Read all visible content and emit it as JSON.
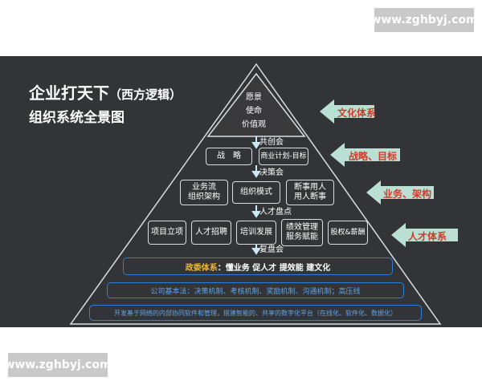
{
  "watermark": "www.zghbyj.com",
  "title": {
    "main": "企业打天下",
    "paren": "（西方逻辑）",
    "sub": "组织系统全景图"
  },
  "apex": [
    "愿景",
    "使命",
    "价值观"
  ],
  "stages": [
    "共创会",
    "决策会",
    "人才盘点",
    "复盘会"
  ],
  "row1": [
    "战　略",
    "商业计划-目标"
  ],
  "row2": [
    [
      "业务流",
      "组织架构"
    ],
    [
      "组织模式"
    ],
    [
      "断事用人",
      "用人断事"
    ]
  ],
  "row3": [
    "项目立项",
    "人才招聘",
    "培训发展",
    "绩效管理\n服务赋能",
    "股权&薪酬"
  ],
  "band1": {
    "head": "政委体系",
    "body": "：懂业务  促人才  提效能  建文化"
  },
  "band2": "公司基本法：决策机制、考核机制、奖励机制、沟通机制；高压线",
  "band3": "开发基于网络的内部协同软件和管理，搭建智能的、共享的数字化平台（在线化、软件化、数据化）",
  "side_labels": [
    "文化体系",
    "战略、目标",
    "业务、架构",
    "人才体系"
  ],
  "colors": {
    "bg": "#333437",
    "line": "#d9dde2",
    "blue": "#2d7fd9",
    "arrow": "#b9e0d2",
    "side_text": "#d13a2a",
    "gold": "#f2b632"
  }
}
